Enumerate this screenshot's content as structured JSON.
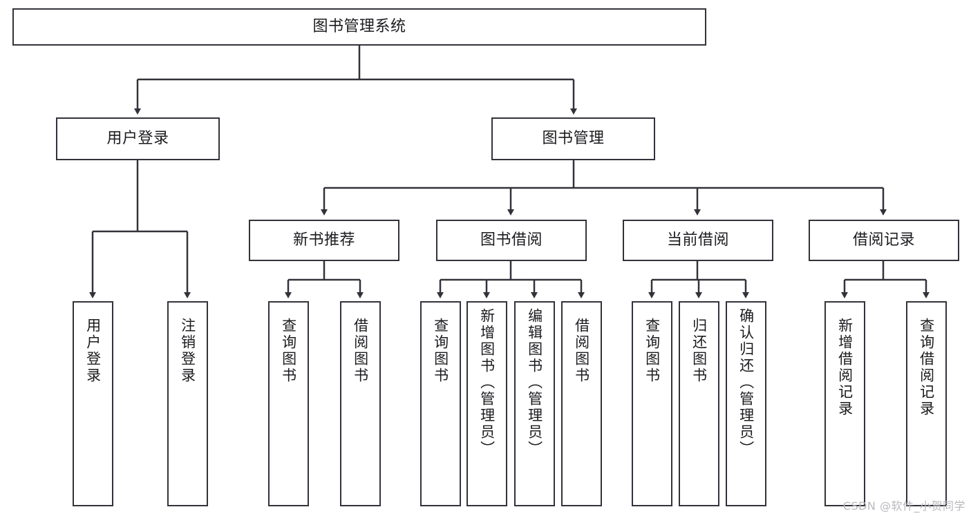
{
  "diagram": {
    "title": "图书管理系统",
    "type": "tree-hierarchy",
    "watermark": "CSDN @软件_小贺同学",
    "colors": {
      "node_border": "#32323a",
      "node_fill": "#ffffff",
      "edge": "#32323a",
      "text": "#1b1b1f",
      "watermark": "#b9b9bd",
      "background": "#ffffff"
    },
    "root": {
      "label": "图书管理系统"
    },
    "level2": [
      {
        "label": "用户登录"
      },
      {
        "label": "图书管理"
      }
    ],
    "level3": [
      {
        "label": "新书推荐"
      },
      {
        "label": "图书借阅"
      },
      {
        "label": "当前借阅"
      },
      {
        "label": "借阅记录"
      }
    ],
    "leaves": {
      "user_login": [
        {
          "label": "用户登录"
        },
        {
          "label": "注销登录"
        }
      ],
      "new_book": [
        {
          "label": "查询图书"
        },
        {
          "label": "借阅图书"
        }
      ],
      "book_borrow": [
        {
          "label": "查询图书"
        },
        {
          "label": "新增图书（管理员）"
        },
        {
          "label": "编辑图书（管理员）"
        },
        {
          "label": "借阅图书"
        }
      ],
      "current_borrow": [
        {
          "label": "查询图书"
        },
        {
          "label": "归还图书"
        },
        {
          "label": "确认归还（管理员）"
        }
      ],
      "borrow_record": [
        {
          "label": "新增借阅记录"
        },
        {
          "label": "查询借阅记录"
        }
      ]
    }
  }
}
